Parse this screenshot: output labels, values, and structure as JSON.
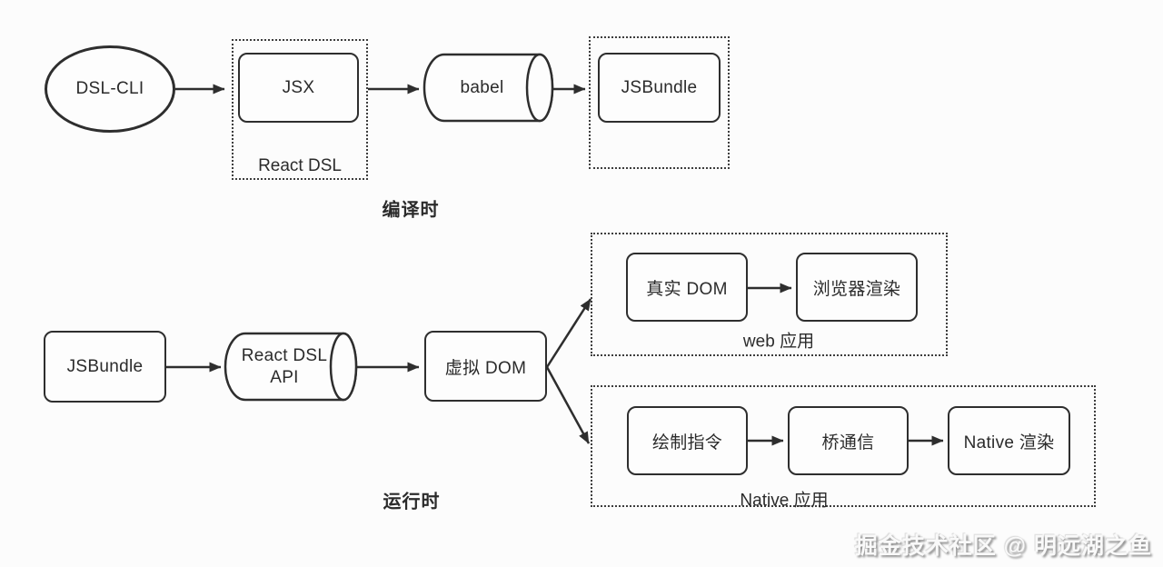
{
  "stages": {
    "compile": {
      "label": "编译时",
      "dsl_cli": "DSL-CLI",
      "jsx": "JSX",
      "react_dsl_group_label": "React DSL",
      "babel": "babel",
      "jsbundle": "JSBundle"
    },
    "runtime": {
      "label": "运行时",
      "jsbundle": "JSBundle",
      "react_dsl_api": {
        "line1": "React DSL",
        "line2": "API"
      },
      "virtual_dom": "虚拟 DOM",
      "web_group": {
        "label": "web 应用",
        "real_dom": "真实 DOM",
        "browser_render": "浏览器渲染"
      },
      "native_group": {
        "label": "Native 应用",
        "draw_commands": "绘制指令",
        "bridge": "桥通信",
        "native_render": "Native 渲染"
      }
    }
  },
  "watermark": "掘金技术社区 @ 明远湖之鱼",
  "colors": {
    "stroke": "#2e2e2e",
    "text": "#2b2b2b",
    "background": "#fcfcfc"
  }
}
